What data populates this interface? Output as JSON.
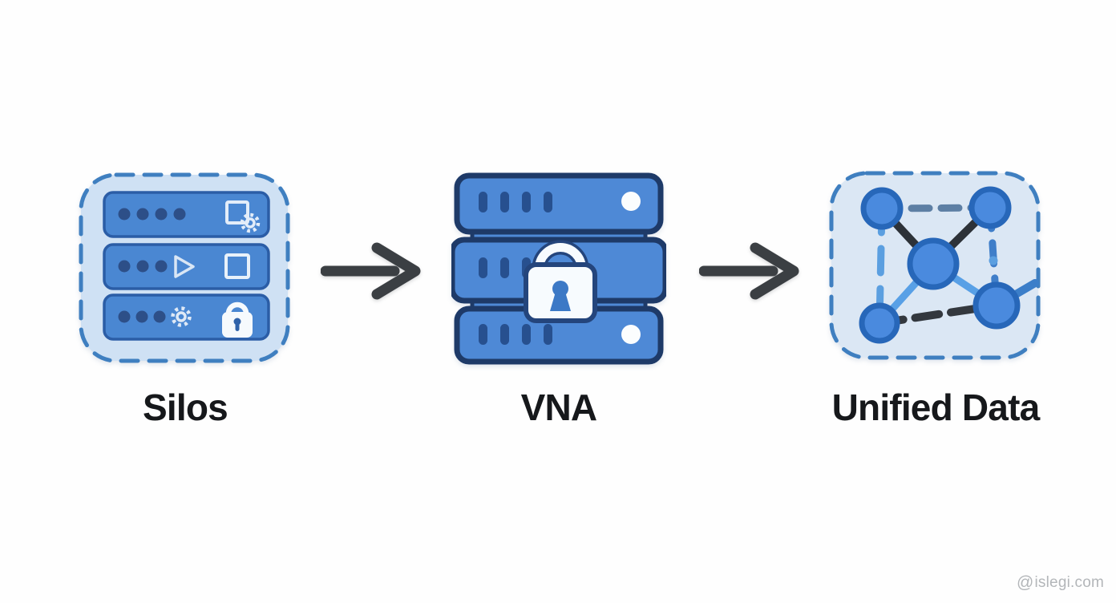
{
  "diagram": {
    "steps": [
      {
        "id": "silos",
        "label": "Silos",
        "icon": "siloed-server-rows-icon",
        "container": "dashed-rounded-box"
      },
      {
        "id": "vna",
        "label": "VNA",
        "icon": "locked-server-stack-icon",
        "container": "none"
      },
      {
        "id": "unified-data",
        "label": "Unified Data",
        "icon": "connected-nodes-network-icon",
        "container": "dashed-rounded-box"
      }
    ],
    "connectors": [
      {
        "from": "Silos",
        "to": "VNA",
        "icon": "right-arrow-icon"
      },
      {
        "from": "VNA",
        "to": "Unified Data",
        "icon": "right-arrow-icon"
      }
    ]
  },
  "watermark": {
    "at_symbol": "@",
    "text": "islegi.com"
  },
  "colors": {
    "background": "#fefefe",
    "panel_fill_left": "#cfe1f4",
    "panel_fill_right": "#dbe7f4",
    "panel_dashed_border": "#3f7fc0",
    "bar_fill": "#4a87d2",
    "bar_border": "#2b5da6",
    "dot_navy": "#2d4f88",
    "server_fill": "#4e89d6",
    "server_border": "#1e3a68",
    "slot_navy": "#27508f",
    "lock_white": "#f7fbfe",
    "keyhole_blue": "#3c79c6",
    "node_fill": "#4a8ade",
    "node_border": "#2767b9",
    "edge_dark": "#2d3238",
    "edge_light_blue": "#58a0e6",
    "edge_steel": "#5d7fa4",
    "arrow_gray": "#3b3f43",
    "label_text": "#16181b",
    "watermark_gray": "#b3b6b9"
  }
}
